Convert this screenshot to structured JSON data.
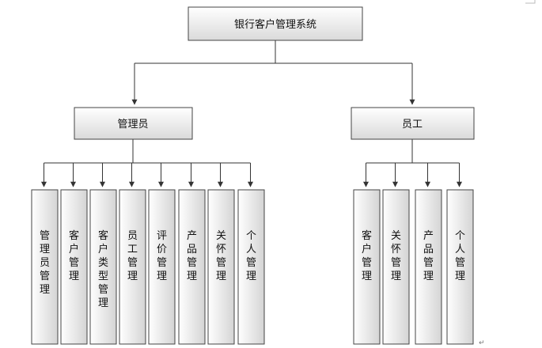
{
  "diagram": {
    "root": {
      "label": "银行客户管理系统"
    },
    "branches": [
      {
        "label": "管理员",
        "children": [
          "管理员管理",
          "客户管理",
          "客户类型管理",
          "员工管理",
          "评价管理",
          "产品管理",
          "关怀管理",
          "个人管理"
        ]
      },
      {
        "label": "员工",
        "children": [
          "客户管理",
          "关怀管理",
          "产品管理",
          "个人管理"
        ]
      }
    ],
    "end_mark": "↵"
  },
  "colors": {
    "box_fill_top": "#ffffff",
    "box_fill_bottom": "#d9d9d9",
    "stroke": "#444444"
  }
}
